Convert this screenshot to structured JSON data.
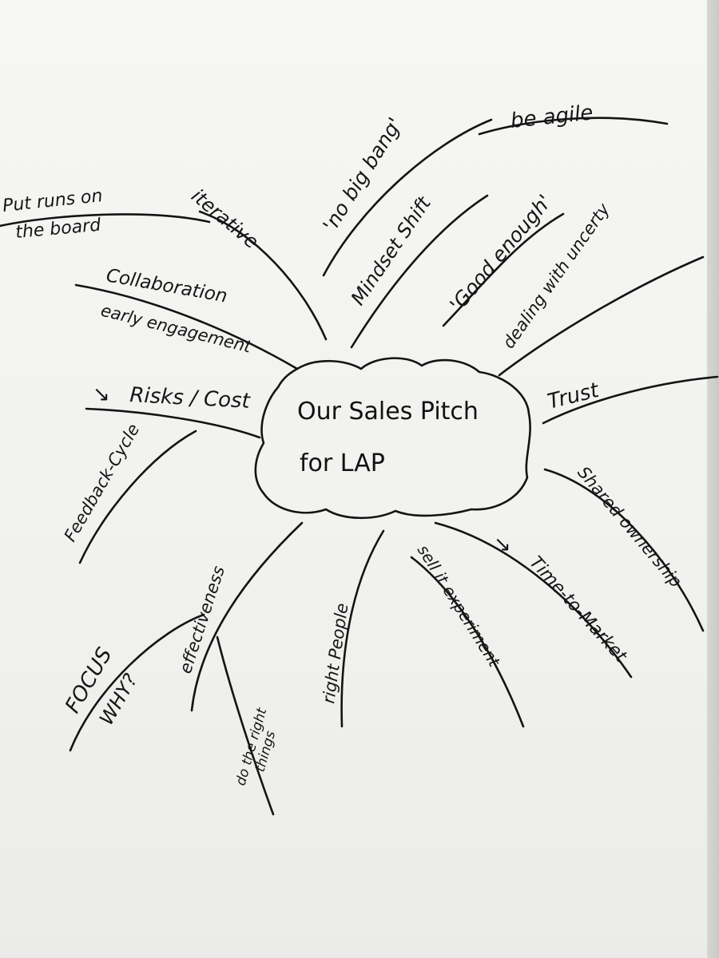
{
  "center": {
    "line1": "Our Sales Pitch",
    "line2": "for LAP"
  },
  "branches": {
    "be_agile": "be agile",
    "no_big_bang": "'no big bang'",
    "mindset_shift": "Mindset Shift",
    "good_enough": "'Good enough'",
    "dealing_uncertainty": "dealing with uncerty",
    "iterative": "iterative",
    "put_runs_line1": "Put runs on",
    "put_runs_line2": "the board",
    "collaboration": "Collaboration",
    "early_engagement": "early engagement",
    "risks_cost": "Risks / Cost",
    "risks_arrow": "↘",
    "trust": "Trust",
    "feedback_cycle": "Feedback-Cycle",
    "shared_ownership": "Shared ownership",
    "time_to_market": "Time-to-Market",
    "time_arrow": "↘",
    "sell_experiment": "sell it experiment",
    "right_people": "right People",
    "effectiveness": "effectiveness",
    "do_right_things_line1": "do the right",
    "do_right_things_line2": "things",
    "focus": "FOCUS",
    "why": "WHY?"
  }
}
